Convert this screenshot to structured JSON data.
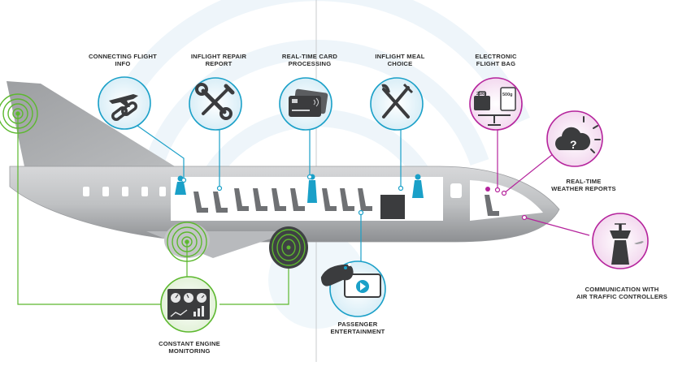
{
  "labels": {
    "connecting_flight": [
      "CONNECTING FLIGHT",
      "INFO"
    ],
    "inflight_repair": [
      "INFLIGHT REPAIR",
      "REPORT"
    ],
    "card_processing": [
      "REAL-TIME CARD",
      "PROCESSING"
    ],
    "meal_choice": [
      "INFLIGHT MEAL",
      "CHOICE"
    ],
    "flight_bag": [
      "ELECTRONIC",
      "FLIGHT BAG"
    ],
    "weather": [
      "REAL-TIME",
      "WEATHER REPORTS"
    ],
    "atc": [
      "COMMUNICATION WITH",
      "AIR TRAFFIC CONTROLLERS"
    ],
    "entertainment": [
      "PASSENGER",
      "ENTERTAINMENT"
    ],
    "engine": [
      "CONSTANT ENGINE",
      "MONITORING"
    ]
  },
  "icon_text": {
    "bag_weight": "25kg",
    "scale_weight": "500g"
  },
  "icons": {
    "connecting_flight": "plane-chain-icon",
    "inflight_repair": "wrench-screwdriver-icon",
    "card_processing": "credit-cards-icon",
    "meal_choice": "fork-knife-icon",
    "flight_bag": "weighing-scale-icon",
    "weather": "cloud-sun-question-icon",
    "atc": "control-tower-icon",
    "entertainment": "gamepad-video-icon",
    "engine": "gauges-dashboard-icon"
  },
  "colors": {
    "blue_accent": "#1aa0c8",
    "magenta_accent": "#b5239c",
    "green_accent": "#5cb82e",
    "plane_gray": "#a6a8ab",
    "wave_light": "#eef6fb"
  }
}
